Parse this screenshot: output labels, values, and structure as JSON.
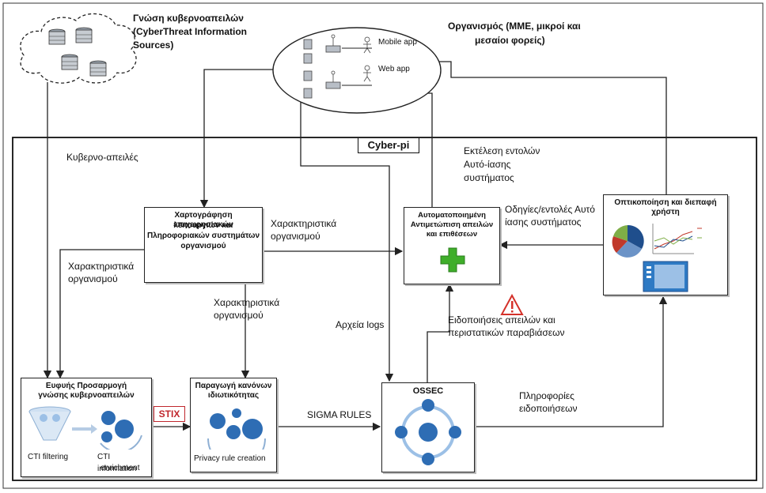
{
  "title": "Cyber-pi",
  "sources": {
    "line1": "Γνώση κυβερνοαπειλών",
    "line2": "(CyberThreat Information",
    "line3": "Sources)"
  },
  "organization": {
    "line1": "Οργανισμός (ΜΜΕ, μικροί και",
    "line2": "μεσαίοι φορείς)",
    "mobile_app": "Mobile app",
    "web_app": "Web app"
  },
  "labels": {
    "cyber_threats": "Κυβερνο-απειλές",
    "org_chars_1a": "Χαρακτηριστικά",
    "org_chars_1b": "οργανισμού",
    "org_chars_2a": "Χαρακτηριστικά",
    "org_chars_2b": "οργανισμού",
    "org_chars_3a": "Χαρακτηριστικά",
    "org_chars_3b": "οργανισμού",
    "exec_1": "Εκτέλεση εντολών",
    "exec_2": "Αυτό-ίασης",
    "exec_3": "συστήματος",
    "instr_1": "Οδηγίες/εντολές Αυτό",
    "instr_2": "ίασης  συστήματος",
    "logs": "Αρχεία logs",
    "notif_1": "Ειδοποιήσεις απειλών και",
    "notif_2": "περιστατικών παραβιάσεων",
    "sigma": "SIGMA RULES",
    "info_1": "Πληροφορίες",
    "info_2": "ειδοποιήσεων",
    "stix": "STIX"
  },
  "boxes": {
    "mapping": {
      "line1": "Χαρτογράφηση επιχειρησιακών",
      "line2": "λειτουργιών και",
      "line3": "Πληροφοριακών συστημάτων",
      "line4": "οργανισμού"
    },
    "auto": {
      "line1": "Αυτοματοποιημένη",
      "line2": "Αντιμετώπιση απειλών",
      "line3": "και επιθέσεων"
    },
    "viz": {
      "line1": "Οπτικοποίηση και διεπαφή",
      "line2": "χρήστη"
    },
    "adapt": {
      "line1": "Ευφυής Προσαρμογή",
      "line2": "γνώσης κυβερνοαπειλών",
      "cap1": "CTI filtering",
      "cap2a": "CTI information",
      "cap2b": "enrichment"
    },
    "rules": {
      "line1": "Παραγωγή κανόνων",
      "line2": "ιδιωτικότητας",
      "cap": "Privacy rule creation"
    },
    "ossec": {
      "title": "OSSEC"
    }
  },
  "colors": {
    "plus_green": "#3fae2a",
    "stix_red": "#c0272d",
    "warning_red": "#d4312a",
    "blue_dark": "#1f4e8c",
    "blue_light": "#9cc0e6"
  }
}
